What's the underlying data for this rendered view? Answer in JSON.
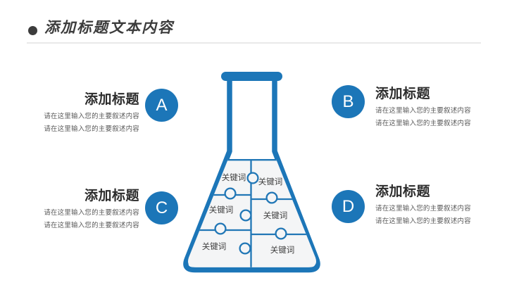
{
  "header": {
    "title": "添加标题文本内容"
  },
  "sections": [
    {
      "letter": "A",
      "title": "添加标题",
      "lines": [
        "请在这里输入您的主要叙述内容",
        "请在这里输入您的主要叙述内容"
      ]
    },
    {
      "letter": "B",
      "title": "添加标题",
      "lines": [
        "请在这里输入您的主要叙述内容",
        "请在这里输入您的主要叙述内容"
      ]
    },
    {
      "letter": "C",
      "title": "添加标题",
      "lines": [
        "请在这里输入您的主要叙述内容",
        "请在这里输入您的主要叙述内容"
      ]
    },
    {
      "letter": "D",
      "title": "添加标题",
      "lines": [
        "请在这里输入您的主要叙述内容",
        "请在这里输入您的主要叙述内容"
      ]
    }
  ],
  "flask": {
    "keywords": [
      "关键词",
      "关键词",
      "关键词",
      "关键词",
      "关键词",
      "关键词"
    ]
  },
  "colors": {
    "accent_blue": "#1c76b8",
    "header_text": "#3c3c3c",
    "section_title_text": "#2d2d2d",
    "body_text": "#595959",
    "puzzle_fill": "#f4f5f6",
    "header_divider": "#e9e9e9",
    "badge_letter": "#ffffff"
  }
}
